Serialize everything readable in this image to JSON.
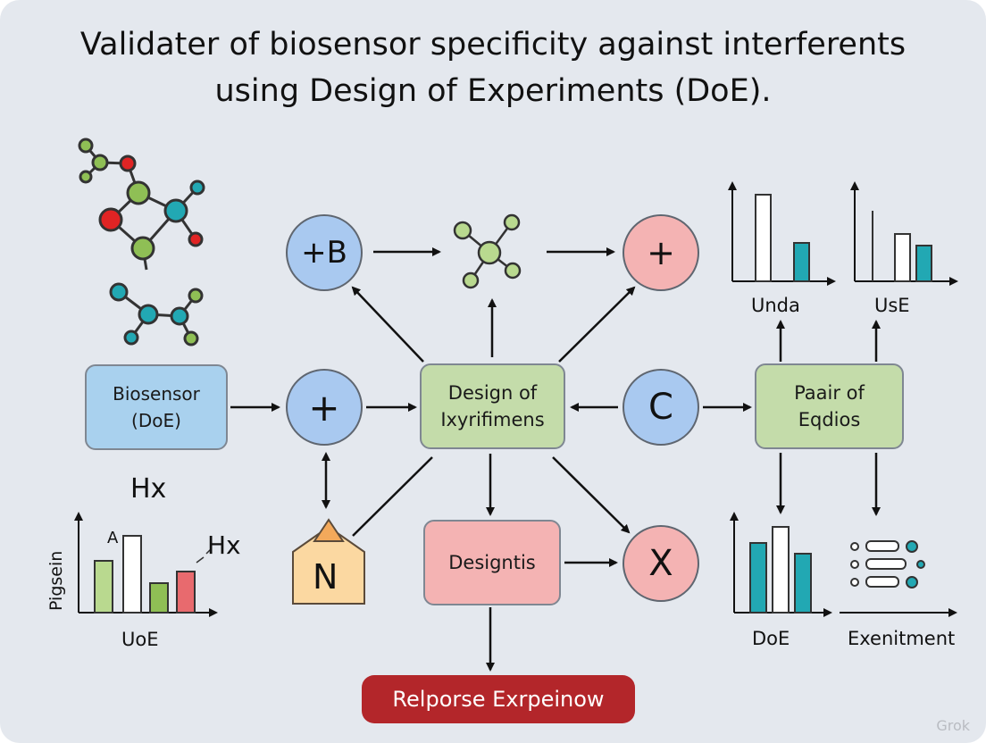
{
  "title": {
    "line1": "Validater of biosensor specificity against interferents",
    "line2": "using Design of Experiments (DoE)."
  },
  "boxes": {
    "biosensor": {
      "line1": "Biosensor",
      "line2": "(DoE)"
    },
    "design_center": {
      "line1": "Design of",
      "line2": "Ixyrifimens"
    },
    "paair": {
      "line1": "Paair of",
      "line2": "Eqdios"
    },
    "designtis": {
      "label": "Designtis"
    },
    "response": {
      "label": "Relporse Exrpeinow"
    }
  },
  "circles": {
    "top_left": "+B",
    "top_right": "+",
    "mid_left": "+",
    "mid_right": "C",
    "bottom_right": "X"
  },
  "house_label": "N",
  "labels": {
    "hx_top": "Hx",
    "chart_left_ylabel": "Pigsein",
    "chart_left_xlabel": "UoE",
    "chart_left_annot_a": "A",
    "chart_left_annot_hx": "Hx",
    "chart_top1_label": "Unda",
    "chart_top2_label": "UsE",
    "chart_bottom_label": "DoE",
    "list_label": "Exenitment"
  },
  "colors": {
    "blue_fill": "#a9c9f0",
    "box_blue": "#a9d1ee",
    "green_fill": "#c4dcaa",
    "red_fill": "#f4b3b3",
    "dark_red": "#b3262a",
    "teal": "#22a8b3",
    "house_fill": "#fbd8a1",
    "house_roof": "#f3a95b"
  },
  "watermark": "Grok"
}
